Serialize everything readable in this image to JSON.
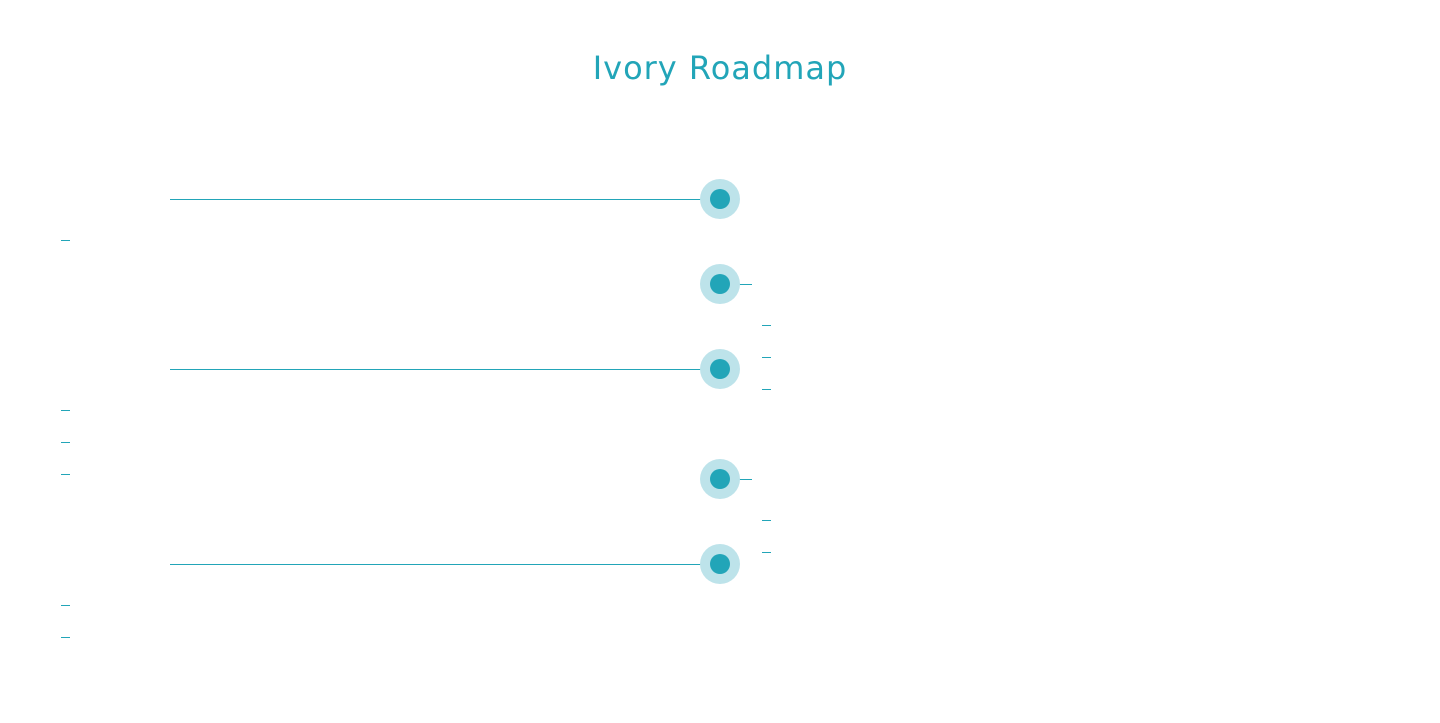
{
  "title": "Ivory Roadmap",
  "colors": {
    "accent": "#22a5b8",
    "halo": "#bde3ea"
  },
  "milestones": [
    {
      "side": "left",
      "label": "",
      "items": [
        ""
      ]
    },
    {
      "side": "right",
      "label": "",
      "items": [
        "",
        "",
        ""
      ]
    },
    {
      "side": "left",
      "label": "",
      "items": [
        "",
        "",
        ""
      ]
    },
    {
      "side": "right",
      "label": "",
      "items": [
        "",
        ""
      ]
    },
    {
      "side": "left",
      "label": "",
      "items": [
        "",
        ""
      ]
    }
  ]
}
